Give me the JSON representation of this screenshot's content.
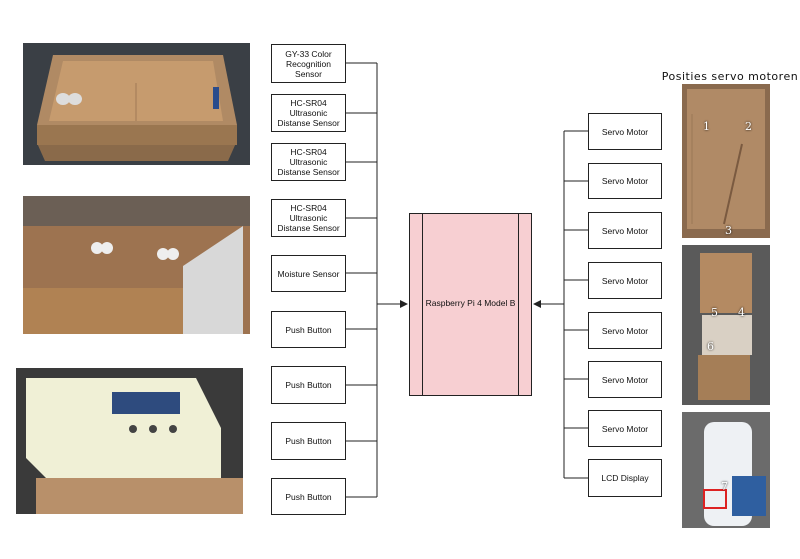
{
  "inputs": [
    "GY-33 Color Recognition Sensor",
    "HC-SR04 Ultrasonic Distanse Sensor",
    "HC-SR04 Ultrasonic Distanse Sensor",
    "HC-SR04 Ultrasonic Distanse Sensor",
    "Moisture Sensor",
    "Push Button",
    "Push Button",
    "Push Button",
    "Push Button"
  ],
  "controller": "Raspberry Pi 4 Model B",
  "outputs": [
    "Servo Motor",
    "Servo Motor",
    "Servo Motor",
    "Servo Motor",
    "Servo Motor",
    "Servo Motor",
    "Servo Motor",
    "LCD Display"
  ],
  "servo_positions_title": "Posities servo motoren",
  "servo_numbers": [
    "1",
    "2",
    "3",
    "4",
    "5",
    "6",
    "7"
  ],
  "colors": {
    "controller_fill": "#f7cfd2",
    "line": "#222222",
    "wood": "#a07a55"
  }
}
